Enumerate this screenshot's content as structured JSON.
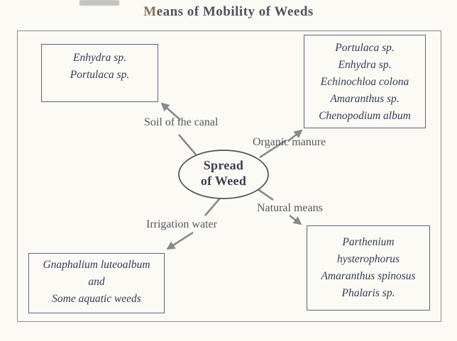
{
  "title": {
    "first_letter": "M",
    "rest": "eans of Mobility of Weeds"
  },
  "center_node": {
    "line1": "Spread",
    "line2": "of Weed"
  },
  "boxes": {
    "top_left": {
      "lines": [
        "Enhydra sp.",
        "Portulaca sp."
      ]
    },
    "top_right": {
      "lines": [
        "Portulaca sp.",
        "Enhydra sp.",
        "Echinochloa colona",
        "Amaranthus sp.",
        "Chenopodium album"
      ]
    },
    "bottom_left": {
      "lines": [
        "Gnaphalium luteoalbum",
        "and",
        "Some aquatic weeds"
      ]
    },
    "bottom_right": {
      "lines": [
        "Parthenium",
        "hysterophorus",
        "Amaranthus spinosus",
        "Phalaris sp."
      ]
    }
  },
  "arrow_labels": {
    "soil": "Soil of the canal",
    "organic": "Organic manure",
    "irrigation": "Irrigation water",
    "natural": "Natural means"
  },
  "colors": {
    "background": "#fbfaf5",
    "frame_border": "#858a92",
    "box_border": "#5d6680",
    "box_text": "#343b54",
    "arrow_line": "#87898c",
    "label_text": "#54575d",
    "title_text": "#50525e",
    "title_first_letter": "#8b6f54"
  }
}
